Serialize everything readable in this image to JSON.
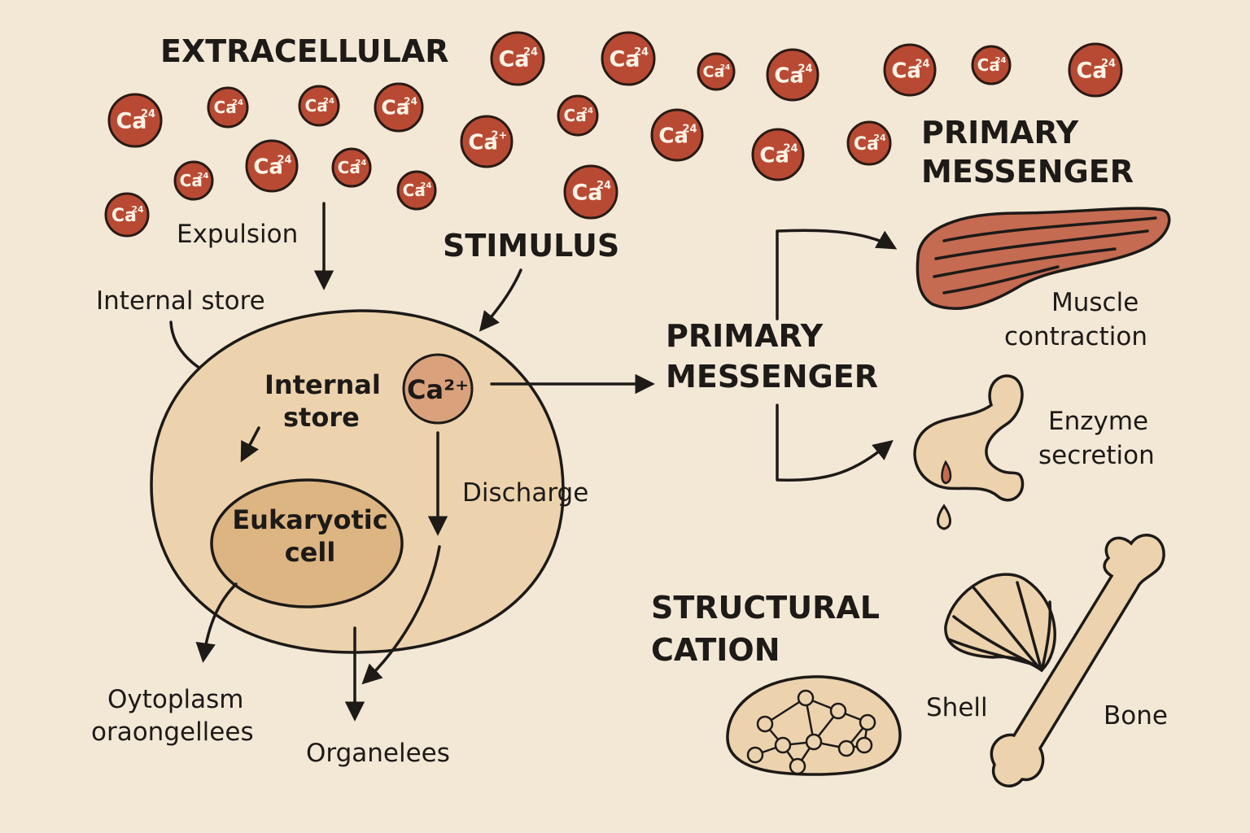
{
  "colors": {
    "background": "#f3e8d6",
    "ion": "#b84a33",
    "ion_stroke": "#2a1a14",
    "cell": "#ecd3ae",
    "nucleus": "#ddb582",
    "internal_ion": "#d9a27c",
    "muscle": "#c56b52",
    "tan": "#ecd3ae",
    "ink": "#1d1a17"
  },
  "icons": [
    "calcium-ion-icon",
    "muscle-icon",
    "gland-icon",
    "shell-icon",
    "bone-icon",
    "bone-matrix-icon",
    "arrow-icon"
  ],
  "labels": {
    "extracellular": "EXTRACELLULAR",
    "expulsion": "Expulsion",
    "stimulus": "STIMULUS",
    "internal_store_outer": "Internal store",
    "internal_store_inner_1": "Internal",
    "internal_store_inner_2": "store",
    "ca_internal": "Ca²⁺",
    "eukaryotic_1": "Eukaryotic",
    "eukaryotic_2": "cell",
    "discharge": "Discharge",
    "cytoplasm_1": "Oytoplasm",
    "cytoplasm_2": "oraongellees",
    "organelles": "Organelees",
    "primary_messenger_center_1": "PRIMARY",
    "primary_messenger_center_2": "MESSENGER",
    "primary_messenger_top_1": "PRIMARY",
    "primary_messenger_top_2": "MESSENGER",
    "muscle_1": "Muscle",
    "muscle_2": "contraction",
    "enzyme_1": "Enzyme",
    "enzyme_2": "secretion",
    "structural_1": "STRUCTURAL",
    "structural_2": "CATION",
    "shell": "Shell",
    "bone": "Bone",
    "ion_label": "Ca",
    "ion_superscript": "24",
    "ion_superscript_variant": "2+"
  }
}
